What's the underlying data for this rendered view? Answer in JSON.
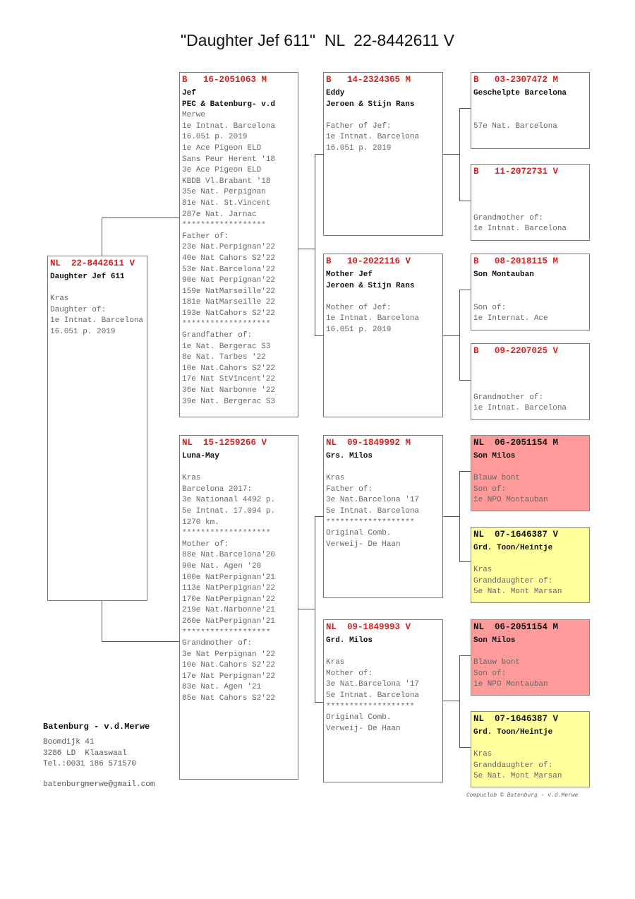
{
  "title": "\"Daughter Jef 611\"  NL  22-8442611 V",
  "colors": {
    "ring_red": "#d42020",
    "box_red": "#ff9a9a",
    "box_yellow": "#ffff9e"
  },
  "boxes": {
    "subject": {
      "header": "NL  22-8442611 V",
      "names": [
        "Daughter Jef 611"
      ],
      "lines": [
        "",
        "Kras",
        "Daughter of:",
        "1e Intnat. Barcelona",
        "16.051 p. 2019"
      ]
    },
    "sire": {
      "header": "B   16-2051063 M",
      "names": [
        "Jef",
        "PEC & Batenburg- v.d"
      ],
      "lines": [
        "Merwe",
        "1e Intnat. Barcelona",
        "16.051 p. 2019",
        "1e Ace Pigeon ELD",
        "Sans Peur Herent '18",
        "3e Ace Pigeon ELD",
        "KBDB Vl.Brabant '18",
        "35e Nat. Perpignan",
        "81e Nat. St.Vincent",
        "287e Nat. Jarnac",
        "******************",
        "Father of:",
        "23e Nat.Perpignan'22",
        "40e Nat Cahors S2'22",
        "53e Nat.Barcelona'22",
        "90e Nat Perpignan'22",
        "159e NatMarseille'22",
        "181e NatMarseille 22",
        "193e NatCahors S2'22",
        "*******************",
        "Grandfather of:",
        "1e Nat. Bergerac S3",
        "8e Nat. Tarbes '22",
        "10e Nat.Cahors S2'22",
        "17e Nat StVincent'22",
        "36e Nat Narbonne '22",
        "39e Nat. Bergerac S3"
      ]
    },
    "dam": {
      "header": "NL  15-1259266 V",
      "names": [
        "Luna-May"
      ],
      "lines": [
        "",
        "Kras",
        "Barcelona 2017:",
        "3e Nationaal 4492 p.",
        "5e Intnat. 17.094 p.",
        "1270 km.",
        "*******************",
        "Mother of:",
        "88e Nat.Barcelona'20",
        "90e Nat. Agen '20",
        "100e NatPerpignan'21",
        "113e NatPerpignan'22",
        "170e NatPerpignan'22",
        "219e Nat.Narbonne'21",
        "260e NatPerpignan'21",
        "*******************",
        "Grandmother of:",
        "3e Nat Perpignan '22",
        "10e Nat.Cahors S2'22",
        "17e Nat Perpignan'22",
        "83e Nat. Agen '21",
        "85e Nat Cahors S2'22"
      ]
    },
    "ss": {
      "header": "B   14-2324365 M",
      "names": [
        "Eddy",
        "Jeroen & Stijn Rans"
      ],
      "lines": [
        "",
        "Father of Jef:",
        "1e Intnat. Barcelona",
        "16.051 p. 2019"
      ]
    },
    "sd": {
      "header": "B   10-2022116 V",
      "names": [
        "Mother Jef",
        "Jeroen & Stijn Rans"
      ],
      "lines": [
        "",
        "Mother of Jef:",
        "1e Intnat. Barcelona",
        "16.051 p. 2019"
      ]
    },
    "ds": {
      "header": "NL  09-1849992 M",
      "names": [
        "Grs. Milos"
      ],
      "lines": [
        "",
        "Kras",
        "Father of:",
        "3e Nat.Barcelona '17",
        "5e Intnat. Barcelona",
        "*******************",
        "Original Comb.",
        "Verweij- De Haan"
      ]
    },
    "dd": {
      "header": "NL  09-1849993 V",
      "names": [
        "Grd. Milos"
      ],
      "lines": [
        "",
        "Kras",
        "Mother of:",
        "3e Nat.Barcelona '17",
        "5e Intnat. Barcelona",
        "*******************",
        "Original Comb.",
        "Verweij- De Haan"
      ]
    },
    "sss": {
      "header": "B   03-2307472 M",
      "names": [
        "Geschelpte Barcelona"
      ],
      "lines": [
        "",
        "",
        "57e Nat. Barcelona"
      ]
    },
    "ssd": {
      "header": "B   11-2072731 V",
      "names": [
        ""
      ],
      "lines": [
        "",
        "",
        "Grandmother of:",
        "1e Intnat. Barcelona"
      ]
    },
    "sds": {
      "header": "B   08-2018115 M",
      "names": [
        "Son Montauban"
      ],
      "lines": [
        "",
        "",
        "Son of:",
        "1e Internat. Ace"
      ]
    },
    "sdd": {
      "header": "B   09-2207025 V",
      "names": [
        ""
      ],
      "lines": [
        "",
        "",
        "Grandmother of:",
        "1e Intnat. Barcelona"
      ]
    },
    "dss": {
      "header": "NL  06-2051154 M",
      "names": [
        "Son Milos"
      ],
      "lines": [
        "",
        "Blauw bont",
        "Son of:",
        "1e NPO Montauban"
      ],
      "color": "red"
    },
    "dsd": {
      "header": "NL  07-1646387 V",
      "names": [
        "Grd. Toon/Heintje"
      ],
      "lines": [
        "",
        "Kras",
        "Granddaughter of:",
        "5e Nat. Mont Marsan"
      ],
      "color": "yellow"
    },
    "dds": {
      "header": "NL  06-2051154 M",
      "names": [
        "Son Milos"
      ],
      "lines": [
        "",
        "Blauw bont",
        "Son of:",
        "1e NPO Montauban"
      ],
      "color": "red"
    },
    "ddd": {
      "header": "NL  07-1646387 V",
      "names": [
        "Grd. Toon/Heintje"
      ],
      "lines": [
        "",
        "Kras",
        "Granddaughter of:",
        "5e Nat. Mont Marsan"
      ],
      "color": "yellow"
    }
  },
  "breeder": {
    "name": "Batenburg - v.d.Merwe",
    "address": [
      "Boomdijk 41",
      "3286 LD  Klaaswaal",
      "Tel.:0031 186 571570"
    ],
    "email": "batenburgmerwe@gmail.com"
  },
  "copyright": "Compuclub © Batenburg - v.d.Merwe"
}
